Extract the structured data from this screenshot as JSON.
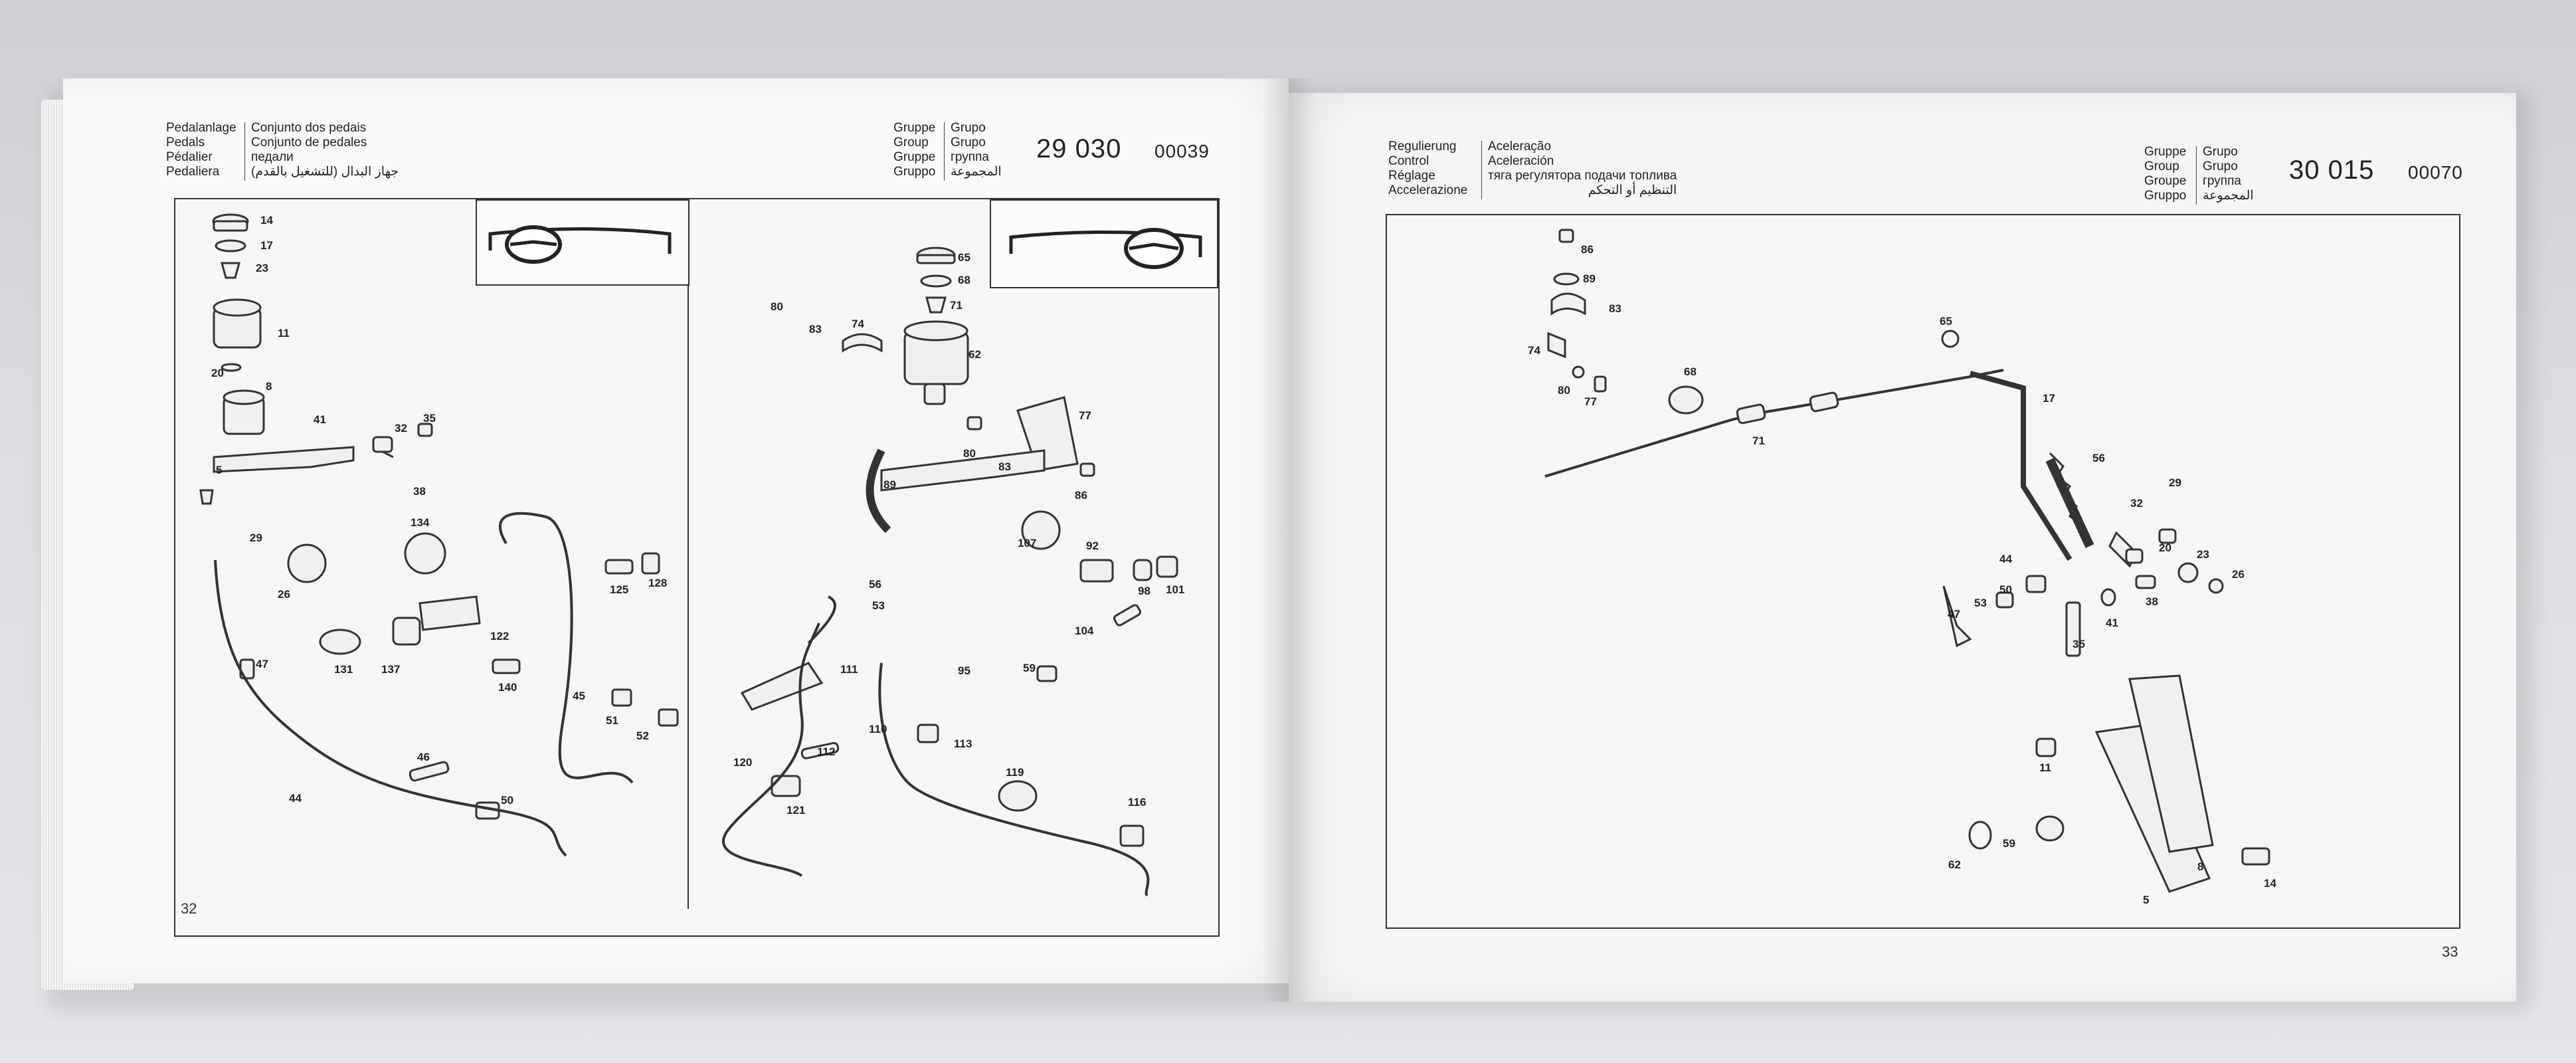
{
  "left_page": {
    "header": {
      "languages_a": [
        "Pedalanlage",
        "Pedals",
        "Pédalier",
        "Pedaliera"
      ],
      "languages_b": [
        "Conjunto dos pedais",
        "Conjunto de pedales",
        "педали",
        "جهاز البدال (للتشغيل بالقدم)"
      ],
      "gruppe_a": [
        "Gruppe",
        "Group",
        "Gruppe",
        "Gruppo"
      ],
      "gruppe_b": [
        "Grupo",
        "Grupo",
        "группа",
        "المجموعة"
      ],
      "group_number": "29 030",
      "code": "00039"
    },
    "page_number": "32",
    "labels_left_panel": [
      "14",
      "17",
      "23",
      "11",
      "20",
      "8",
      "41",
      "32",
      "35",
      "38",
      "5",
      "29",
      "26",
      "134",
      "125",
      "128",
      "122",
      "131",
      "137",
      "47",
      "140",
      "45",
      "51",
      "52",
      "46",
      "44",
      "50"
    ],
    "labels_right_panel": [
      "65",
      "68",
      "71",
      "80",
      "83",
      "74",
      "62",
      "77",
      "80",
      "83",
      "86",
      "89",
      "107",
      "92",
      "56",
      "53",
      "98",
      "101",
      "104",
      "111",
      "95",
      "59",
      "110",
      "113",
      "120",
      "112",
      "121",
      "119",
      "116"
    ]
  },
  "right_page": {
    "header": {
      "languages_a": [
        "Regulierung",
        "Control",
        "Réglage",
        "Accelerazione"
      ],
      "languages_b": [
        "Aceleração",
        "Aceleración",
        "тяга регулятора подачи топлива",
        "التنظيم أو التحكم"
      ],
      "gruppe_a": [
        "Gruppe",
        "Group",
        "Groupe",
        "Gruppo"
      ],
      "gruppe_b": [
        "Grupo",
        "Grupo",
        "группа",
        "المجموعة"
      ],
      "group_number": "30 015",
      "code": "00070"
    },
    "page_number": "33",
    "labels": [
      "86",
      "89",
      "83",
      "74",
      "80",
      "77",
      "68",
      "65",
      "71",
      "17",
      "56",
      "32",
      "29",
      "20",
      "23",
      "26",
      "44",
      "50",
      "53",
      "47",
      "38",
      "41",
      "35",
      "11",
      "62",
      "59",
      "8",
      "5",
      "14"
    ]
  }
}
